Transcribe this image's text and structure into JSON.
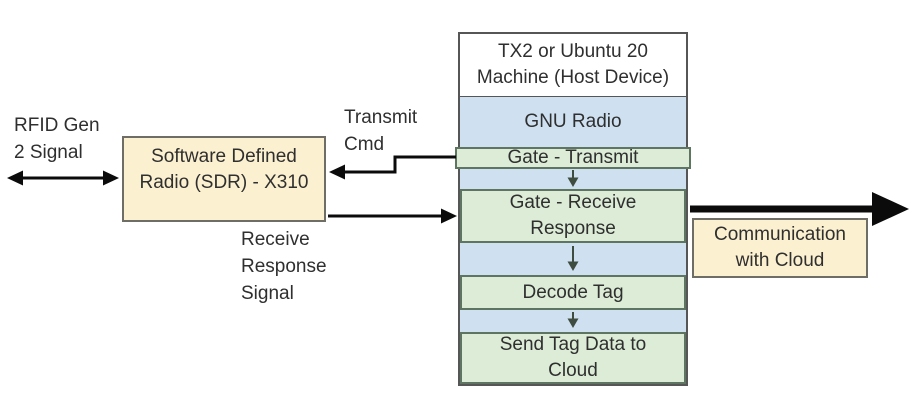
{
  "colors": {
    "background": "#ffffff",
    "cream_fill": "#fbf0d0",
    "cream_border": "#6e6e66",
    "blue_fill": "#cfe1f1",
    "green_fill": "#dcecd6",
    "green_border": "#5e7561",
    "host_border": "#565656",
    "text_dark": "#2f2f2f",
    "arrow_black": "#0b0b0b",
    "down_arrow": "#3f4d40"
  },
  "left": {
    "rfid_label": {
      "line1": "RFID Gen",
      "line2": "2 Signal"
    },
    "sdr_box_label": "Software Defined Radio (SDR) - X310",
    "transmit_cmd_label": {
      "line1": "Transmit",
      "line2": "Cmd"
    },
    "receive_response_label": {
      "line1": "Receive",
      "line2": "Response",
      "line3": "Signal"
    }
  },
  "host_device": {
    "title": "TX2 or Ubuntu 20 Machine (Host Device)",
    "rows": [
      {
        "label": "GNU Radio",
        "type": "blue"
      },
      {
        "label": "Gate - Transmit",
        "type": "green"
      },
      {
        "label": "Gate - Receive Response",
        "type": "green"
      },
      {
        "label": "Decode Tag",
        "type": "green"
      },
      {
        "label": "Send Tag Data to Cloud",
        "type": "green"
      }
    ]
  },
  "right": {
    "cloud_box_label": {
      "line1": "Communication",
      "line2": "with Cloud"
    }
  }
}
